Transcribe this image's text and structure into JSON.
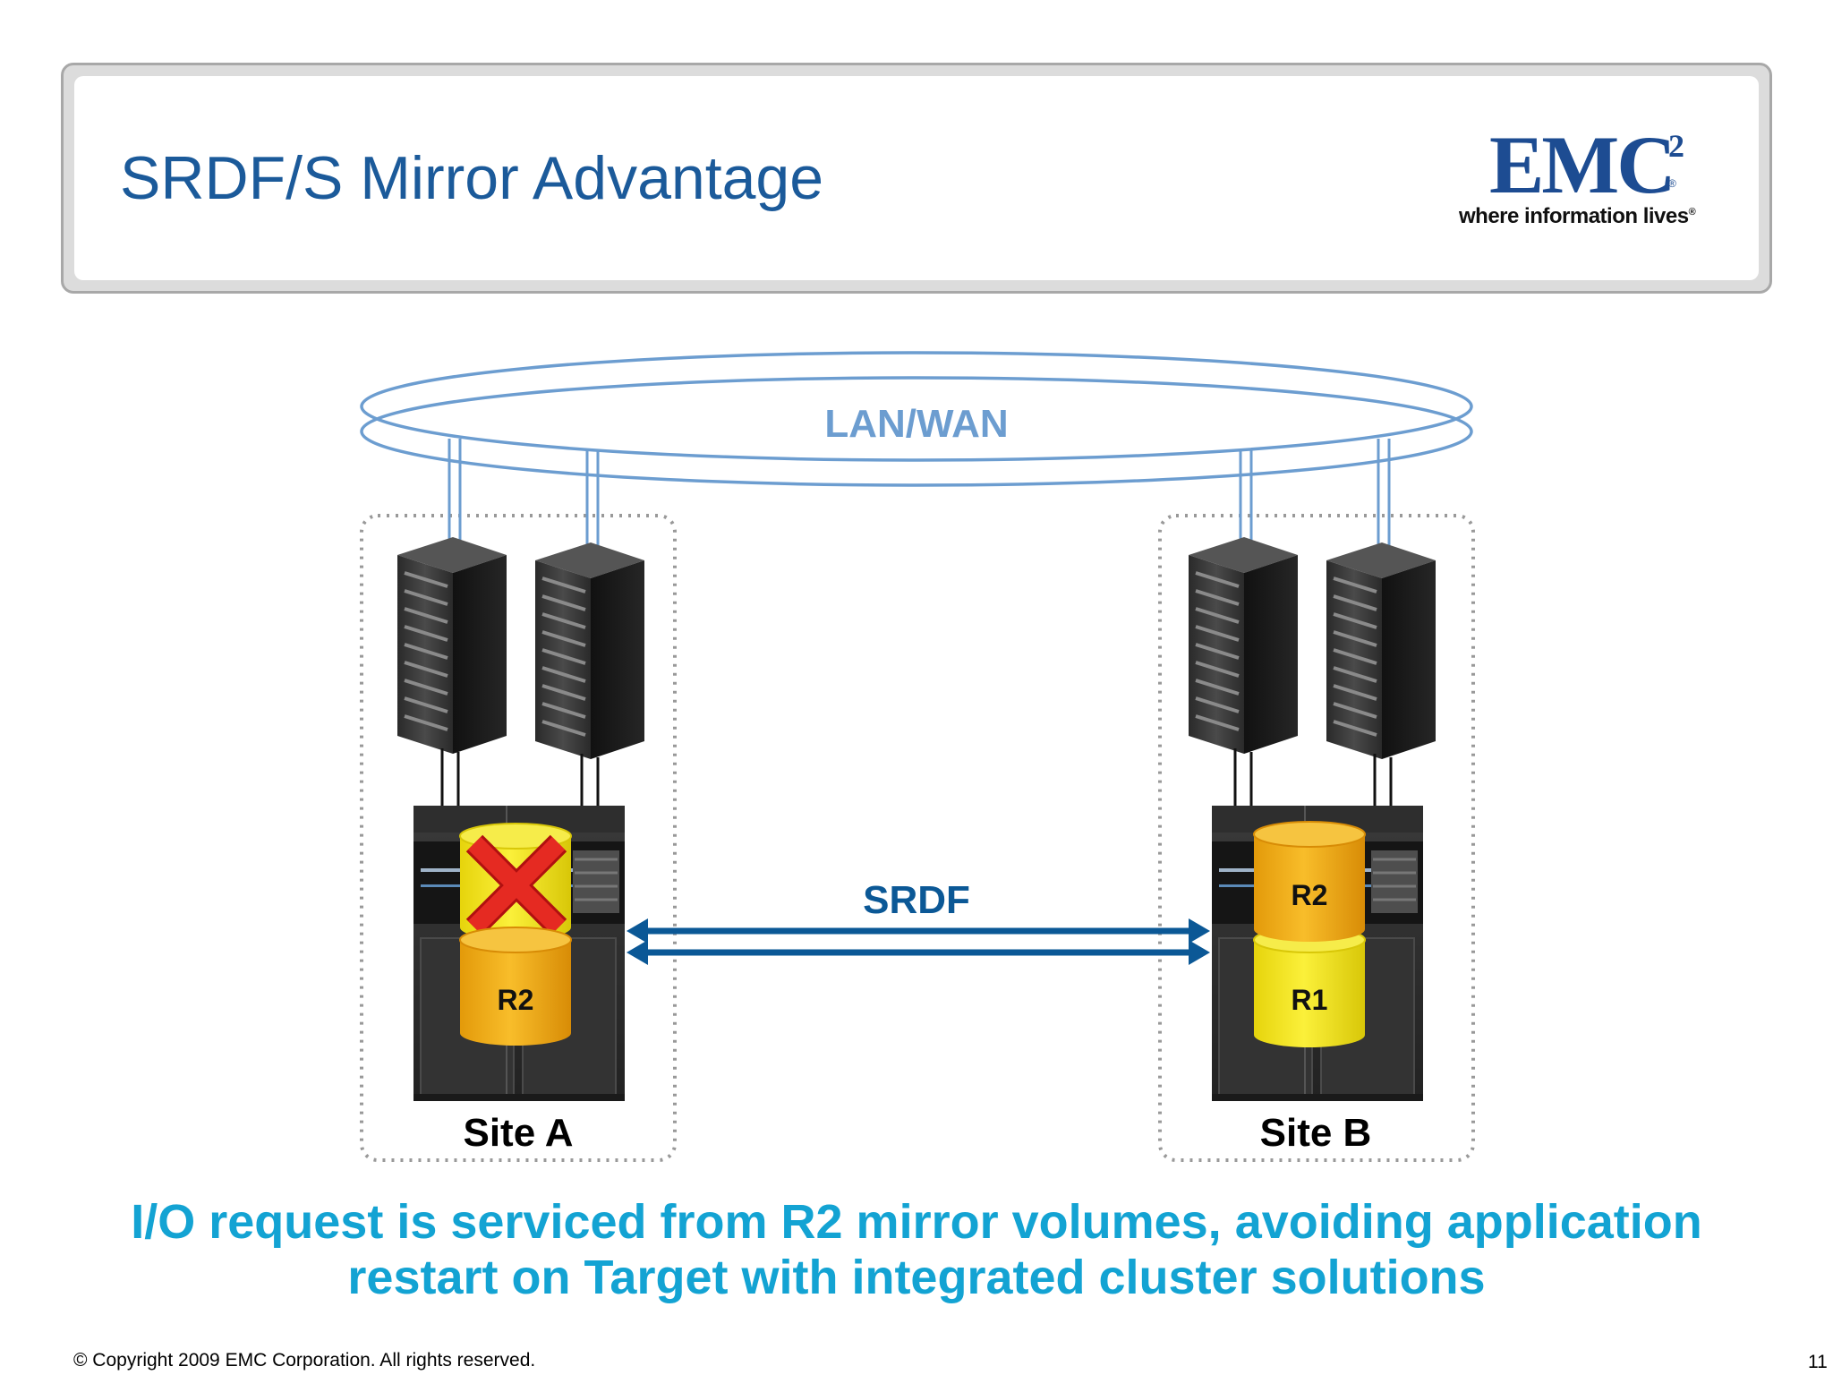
{
  "slide": {
    "title": "SRDF/S Mirror Advantage",
    "logo_text": "EMC",
    "logo_superscript": "2",
    "logo_tagline": "where information lives",
    "caption_line1": "I/O request is serviced from R2 mirror volumes, avoiding application",
    "caption_line2": "restart on Target with integrated cluster solutions",
    "copyright": "© Copyright 2009 EMC Corporation. All rights reserved.",
    "page_number": "11"
  },
  "diagram": {
    "network_label": "LAN/WAN",
    "link_label": "SRDF",
    "site_a": {
      "label": "Site A",
      "top_volume_label": "",
      "top_volume_failed": true,
      "bottom_volume_label": "R2"
    },
    "site_b": {
      "label": "Site B",
      "top_volume_label": "R2",
      "bottom_volume_label": "R1"
    }
  },
  "colors": {
    "title_blue": "#1b5a9a",
    "network_blue": "#6c9dd0",
    "link_blue": "#0b5896",
    "caption_cyan": "#13a3d3",
    "volume_orange": "#f2ab12",
    "volume_yellow": "#f2e21a",
    "fail_red": "#e02020"
  }
}
